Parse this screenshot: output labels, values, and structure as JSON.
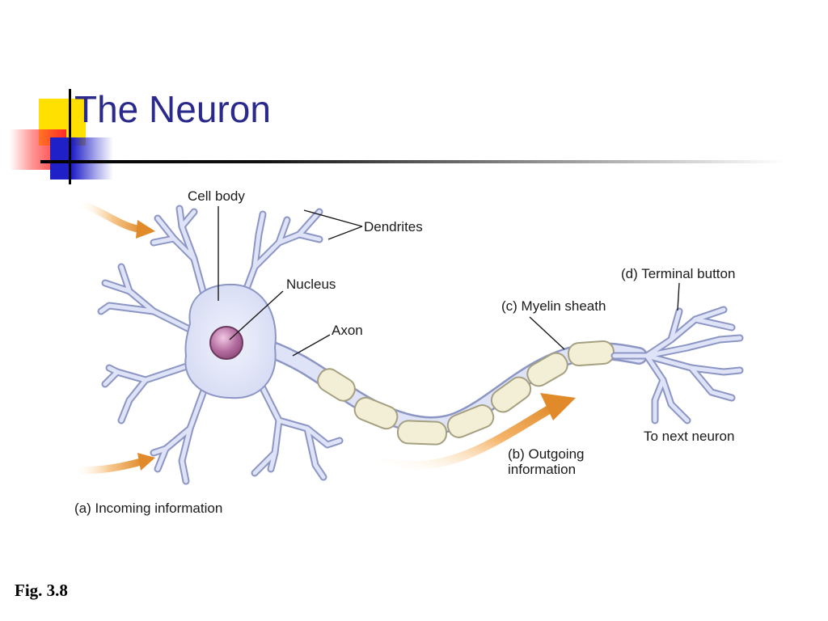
{
  "title": "The Neuron",
  "figure_label": "Fig. 3.8",
  "labels": {
    "cell_body": "Cell body",
    "dendrites": "Dendrites",
    "nucleus": "Nucleus",
    "axon": "Axon",
    "terminal_button": "(d) Terminal button",
    "myelin_sheath": "(c) Myelin sheath",
    "to_next_neuron": "To next neuron",
    "outgoing_line1": "(b) Outgoing",
    "outgoing_line2": "information",
    "incoming": "(a) Incoming information"
  },
  "colors": {
    "title": "#2a2a8c",
    "neuron_fill": "#dfe3f7",
    "neuron_stroke": "#8c96c4",
    "nucleus": "#a85d92",
    "myelin": "#f3efd6",
    "arrow": "#e08a2a"
  }
}
